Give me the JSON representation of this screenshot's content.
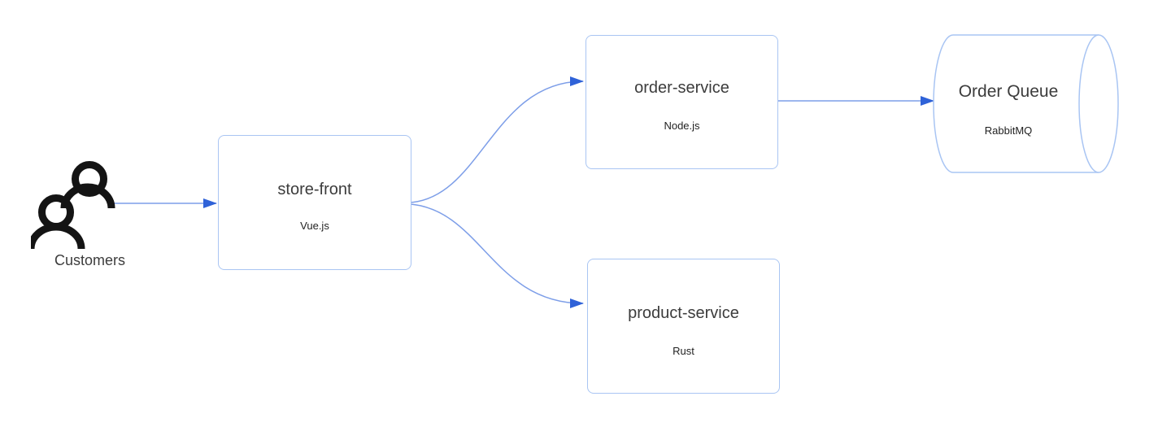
{
  "diagram": {
    "type": "architecture-flow",
    "background": "#ffffff"
  },
  "colors": {
    "node_border": "#a9c5f3",
    "connector_line": "#7d9ee8",
    "arrowhead": "#2f62d8",
    "title_text": "#3c3c3c",
    "subtitle_text": "#1f1f1f",
    "icon_color": "#141414"
  },
  "nodes": {
    "customers": {
      "label": "Customers",
      "icon": "people-icon",
      "shape": "actor"
    },
    "store_front": {
      "title": "store-front",
      "subtitle": "Vue.js",
      "shape": "rounded-rect"
    },
    "order_service": {
      "title": "order-service",
      "subtitle": "Node.js",
      "shape": "rounded-rect"
    },
    "product_service": {
      "title": "product-service",
      "subtitle": "Rust",
      "shape": "rounded-rect"
    },
    "order_queue": {
      "title": "Order Queue",
      "subtitle": "RabbitMQ",
      "shape": "horizontal-cylinder"
    }
  },
  "edges": [
    {
      "from": "customers",
      "to": "store-front",
      "style": "straight-arrow"
    },
    {
      "from": "store-front",
      "to": "order-service",
      "style": "curved-arrow"
    },
    {
      "from": "store-front",
      "to": "product-service",
      "style": "curved-arrow"
    },
    {
      "from": "order-service",
      "to": "order-queue",
      "style": "straight-arrow"
    }
  ]
}
